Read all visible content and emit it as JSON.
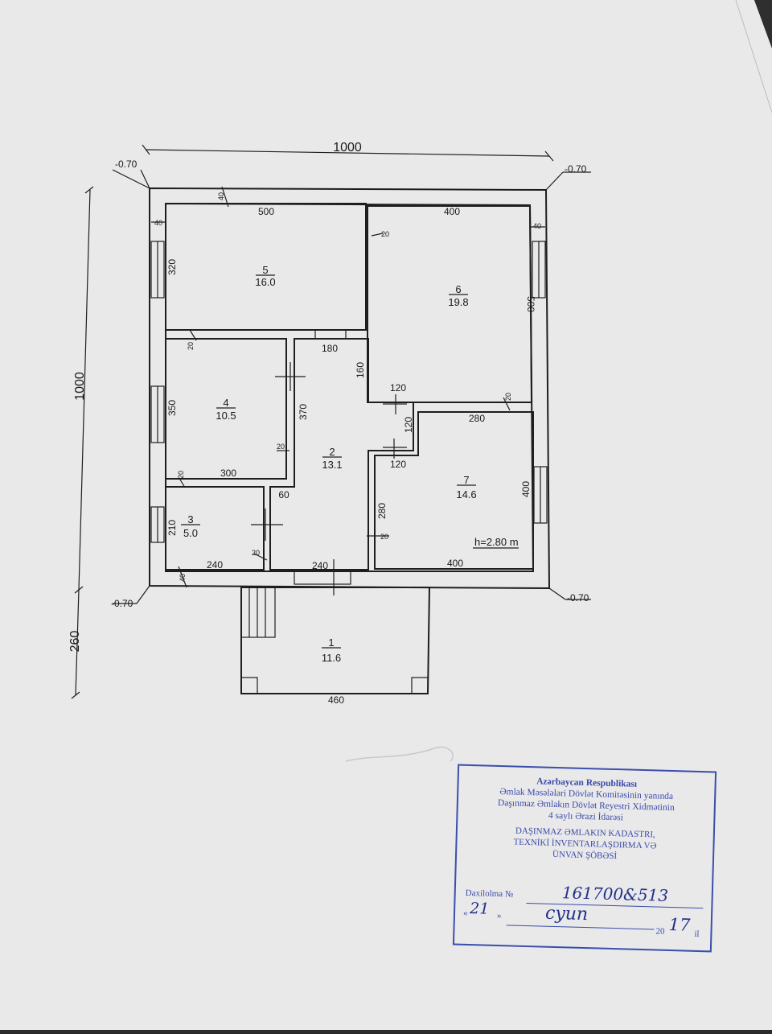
{
  "overall_dims": {
    "width": "1000",
    "height": "1000",
    "porch_depth": "260"
  },
  "elevations": {
    "top_left": "-0.70",
    "top_right": "-0.70",
    "bottom_left": "-0.70",
    "bottom_right": "-0.70"
  },
  "rooms": [
    {
      "num": "5",
      "area": "16.0"
    },
    {
      "num": "6",
      "area": "19.8"
    },
    {
      "num": "4",
      "area": "10.5"
    },
    {
      "num": "2",
      "area": "13.1"
    },
    {
      "num": "7",
      "area": "14.6"
    },
    {
      "num": "3",
      "area": "5.0"
    },
    {
      "num": "1",
      "area": "11.6"
    }
  ],
  "dims": {
    "r5_w": "500",
    "r5_h": "320",
    "wall_top": "40",
    "r6_w": "400",
    "r6_h": "500",
    "r6_gap": "20",
    "r6_wall": "40",
    "r4_gap": "20",
    "r4_h": "350",
    "r4_w": "300",
    "r4_gap2": "20",
    "r4_gap3": "20",
    "hall_w": "180",
    "hall_h": "370",
    "hall_160": "160",
    "hall_120a": "120",
    "hall_120b": "120",
    "hall_120c": "120",
    "r7_w": "280",
    "r7_h": "400",
    "r7_bottom": "400",
    "r7_gap": "20",
    "r7_side": "280",
    "r7_gap2": "20",
    "r3_h": "210",
    "r3_w": "240",
    "r3_gap": "20",
    "r3_60": "60",
    "wall_bot": "40",
    "hall_bottom": "240",
    "porch_w": "460"
  },
  "ceiling_height": "h=2.80 m",
  "stamp": {
    "line1": "Azərbaycan Respublikası",
    "line2": "Əmlak Məsələləri Dövlət Komitəsinin yanında",
    "line3": "Daşınmaz Əmlakın Dövlət Reyestri Xidmətinin",
    "line4": "4 saylı Ərazi İdarəsi",
    "line5": "DAŞINMAZ ƏMLAKIN KADASTRI,",
    "line6": "TEXNİKİ İNVENTARLAŞDIRMA VƏ",
    "line7": "ÜNVAN ŞÖBƏSİ",
    "reg_label": "Daxilolma №",
    "reg_number": "161700&513",
    "day": "21",
    "month": "cyun",
    "year_prefix": "20",
    "year_suffix": "17",
    "year_unit": "il"
  }
}
